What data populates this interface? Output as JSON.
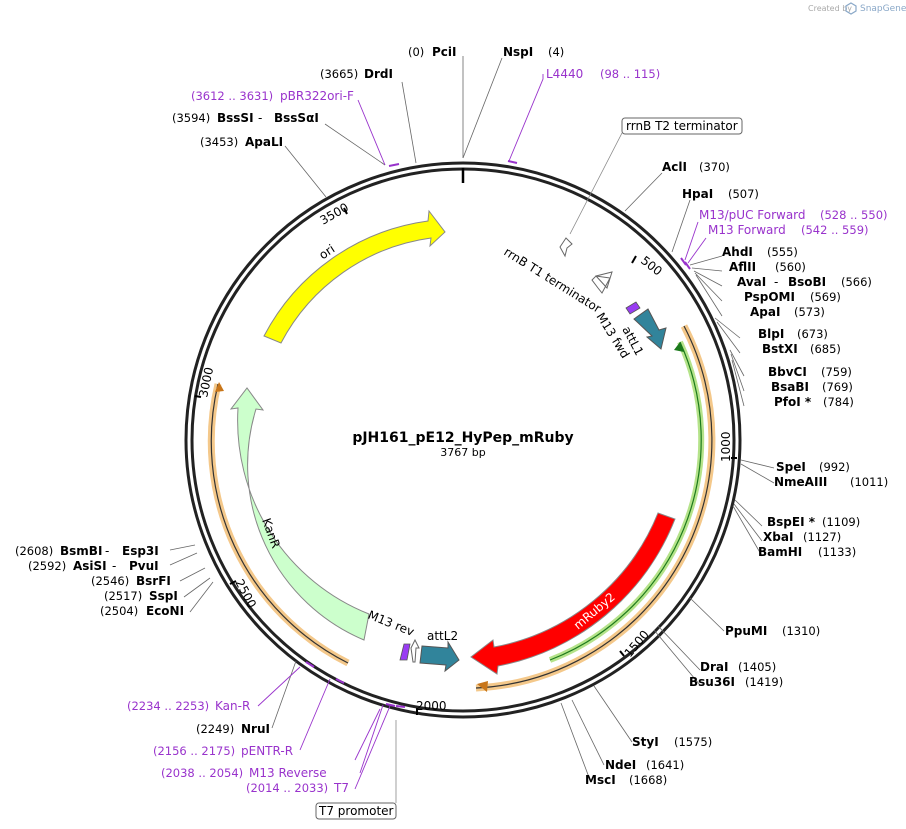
{
  "credit": {
    "prefix": "Created by",
    "brand": "SnapGene"
  },
  "map": {
    "name": "pJH161_pE12_HyPep_mRuby",
    "length_label": "3767 bp",
    "total_bp": 3767
  },
  "ticks": [
    {
      "bp": 500,
      "label": "500"
    },
    {
      "bp": 1000,
      "label": "1000"
    },
    {
      "bp": 1500,
      "label": "1500"
    },
    {
      "bp": 2000,
      "label": "2000"
    },
    {
      "bp": 2500,
      "label": "2500"
    },
    {
      "bp": 3000,
      "label": "3000"
    },
    {
      "bp": 3500,
      "label": "3500"
    }
  ],
  "features": [
    {
      "name": "ori",
      "label": "ori",
      "color": "#ffff00"
    },
    {
      "name": "KanR",
      "label": "KanR",
      "color": "#ccffcc"
    },
    {
      "name": "mRuby2",
      "label": "mRuby2",
      "color": "#ff0000"
    },
    {
      "name": "attL1",
      "label": "attL1",
      "color": "#31849b"
    },
    {
      "name": "attL2",
      "label": "attL2",
      "color": "#31849b"
    },
    {
      "name": "M13 fwd",
      "label": "M13 fwd",
      "color": "#993cf3"
    },
    {
      "name": "M13 rev",
      "label": "M13 rev",
      "color": "#993cf3"
    },
    {
      "name": "rrnB T1 terminator",
      "label": "rrnB T1 terminator",
      "color": "#ffffff"
    },
    {
      "name": "rrnB T2 terminator",
      "label": "rrnB T2 terminator",
      "color": "#ffffff"
    },
    {
      "name": "T7 promoter",
      "label": "T7 promoter",
      "color": "#ffffff"
    }
  ],
  "sites": [
    {
      "id": "pcii",
      "enzyme": "PciI",
      "pos": "(0)"
    },
    {
      "id": "nspi",
      "enzyme": "NspI",
      "pos": "(4)"
    },
    {
      "id": "drdi",
      "enzyme": "DrdI",
      "pos": "(3665)"
    },
    {
      "id": "bsssi",
      "enzyme": "BssSI",
      "sep": " - ",
      "enzyme2": "BssSαI",
      "pos": "(3594)"
    },
    {
      "id": "apali",
      "enzyme": "ApaLI",
      "pos": "(3453)"
    },
    {
      "id": "acli",
      "enzyme": "AclI",
      "pos": "(370)"
    },
    {
      "id": "hpai",
      "enzyme": "HpaI",
      "pos": "(507)"
    },
    {
      "id": "ahdi",
      "enzyme": "AhdI",
      "pos": "(555)"
    },
    {
      "id": "aflii",
      "enzyme": "AflII",
      "pos": "(560)"
    },
    {
      "id": "avai",
      "enzyme": "AvaI",
      "sep": " - ",
      "enzyme2": "BsoBI",
      "pos": "(566)"
    },
    {
      "id": "pspomi",
      "enzyme": "PspOMI",
      "pos": "(569)"
    },
    {
      "id": "apai",
      "enzyme": "ApaI",
      "pos": "(573)"
    },
    {
      "id": "blpi",
      "enzyme": "BlpI",
      "pos": "(673)"
    },
    {
      "id": "bstxi",
      "enzyme": "BstXI",
      "pos": "(685)"
    },
    {
      "id": "bbvci",
      "enzyme": "BbvCI",
      "pos": "(759)"
    },
    {
      "id": "bsabi",
      "enzyme": "BsaBI",
      "pos": "(769)"
    },
    {
      "id": "pfoi",
      "enzyme": "PfoI *",
      "pos": "(784)"
    },
    {
      "id": "spei",
      "enzyme": "SpeI",
      "pos": "(992)"
    },
    {
      "id": "nmeaiii",
      "enzyme": "NmeAIII",
      "pos": "(1011)"
    },
    {
      "id": "bspei",
      "enzyme": "BspEI *",
      "pos": "(1109)"
    },
    {
      "id": "xbai",
      "enzyme": "XbaI",
      "pos": "(1127)"
    },
    {
      "id": "bamhi",
      "enzyme": "BamHI",
      "pos": "(1133)"
    },
    {
      "id": "ppumi",
      "enzyme": "PpuMI",
      "pos": "(1310)"
    },
    {
      "id": "drai",
      "enzyme": "DraI",
      "pos": "(1405)"
    },
    {
      "id": "bsu36i",
      "enzyme": "Bsu36I",
      "pos": "(1419)"
    },
    {
      "id": "styi",
      "enzyme": "StyI",
      "pos": "(1575)"
    },
    {
      "id": "ndei",
      "enzyme": "NdeI",
      "pos": "(1641)"
    },
    {
      "id": "msci",
      "enzyme": "MscI",
      "pos": "(1668)"
    },
    {
      "id": "nrui",
      "enzyme": "NruI",
      "pos": "(2249)"
    },
    {
      "id": "bsmbi",
      "enzyme": "BsmBI",
      "sep": " - ",
      "enzyme2": "Esp3I",
      "pos": "(2608)"
    },
    {
      "id": "asisi",
      "enzyme": "AsiSI",
      "sep": " - ",
      "enzyme2": "PvuI",
      "pos": "(2592)"
    },
    {
      "id": "bsrfi",
      "enzyme": "BsrFI",
      "pos": "(2546)"
    },
    {
      "id": "sspi",
      "enzyme": "SspI",
      "pos": "(2517)"
    },
    {
      "id": "econi",
      "enzyme": "EcoNI",
      "pos": "(2504)"
    }
  ],
  "primers": [
    {
      "id": "l4440",
      "name": "L4440",
      "range": "(98 .. 115)"
    },
    {
      "id": "pbr322",
      "name": "pBR322ori-F",
      "range": "(3612 .. 3631)"
    },
    {
      "id": "m13puc",
      "name": "M13/pUC Forward",
      "range": "(528 .. 550)"
    },
    {
      "id": "m13fwd",
      "name": "M13 Forward",
      "range": "(542 .. 559)"
    },
    {
      "id": "kanr",
      "name": "Kan-R",
      "range": "(2234 .. 2253)"
    },
    {
      "id": "pentr",
      "name": "pENTR-R",
      "range": "(2156 .. 2175)"
    },
    {
      "id": "m13rev",
      "name": "M13 Reverse",
      "range": "(2038 .. 2054)"
    },
    {
      "id": "t7",
      "name": "T7",
      "range": "(2014 .. 2033)"
    }
  ]
}
